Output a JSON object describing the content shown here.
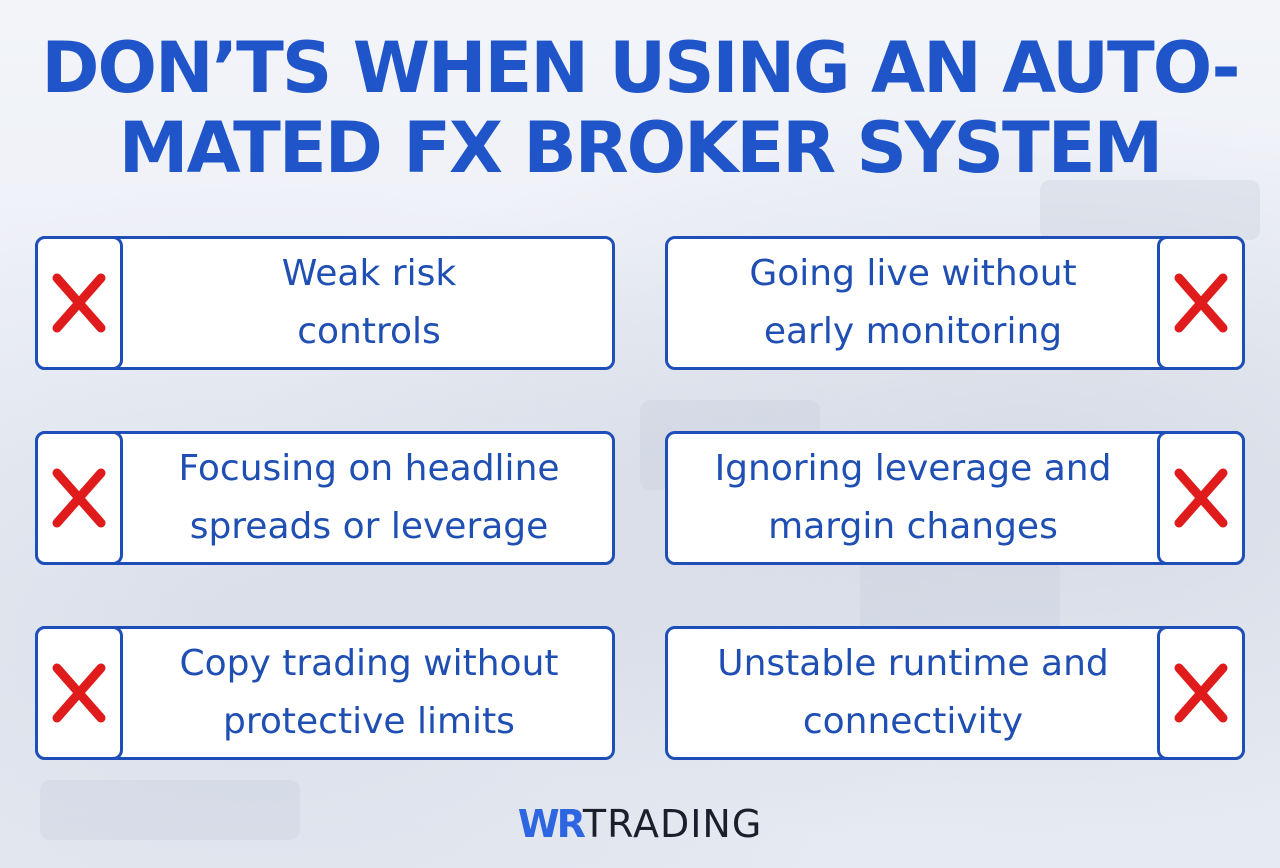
{
  "title": {
    "line1": "DON’TS WHEN USING AN AUTO-",
    "line2": "MATED FX BROKER SYSTEM"
  },
  "items": [
    {
      "line1": "Weak risk",
      "line2": "controls",
      "icon": "red-x-icon"
    },
    {
      "line1": "Going live without",
      "line2": "early monitoring",
      "icon": "red-x-icon"
    },
    {
      "line1": "Focusing on headline",
      "line2": "spreads or leverage",
      "icon": "red-x-icon"
    },
    {
      "line1": "Ignoring leverage and",
      "line2": "margin changes",
      "icon": "red-x-icon"
    },
    {
      "line1": "Copy trading without",
      "line2": "protective limits",
      "icon": "red-x-icon"
    },
    {
      "line1": "Unstable runtime and",
      "line2": "connectivity",
      "icon": "red-x-icon"
    }
  ],
  "logo": {
    "part1": "WR",
    "part2": "TRADING"
  },
  "colors": {
    "accent": "#1f55c9",
    "border": "#1e4fb8",
    "x_mark": "#e01b1b",
    "logo_blue": "#2d66e0"
  }
}
